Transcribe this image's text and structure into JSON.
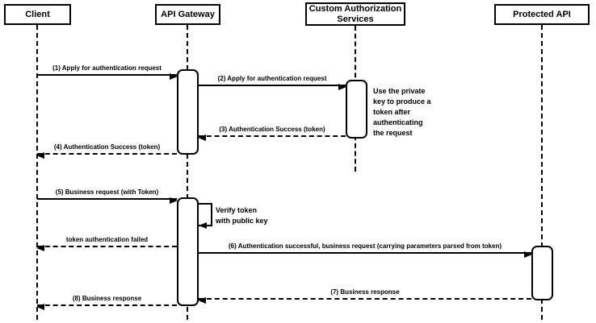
{
  "diagram": {
    "type": "sequence",
    "background_color": "#ffffff",
    "line_color": "#000000",
    "actors": [
      {
        "id": "client",
        "label": "Client"
      },
      {
        "id": "api-gateway",
        "label": "API Gateway"
      },
      {
        "id": "custom-authorization-services",
        "label": "Custom Authorization\nServices"
      },
      {
        "id": "protected-api",
        "label": "Protected API"
      }
    ],
    "messages": [
      {
        "label": "(1) Apply for authentication request",
        "from": "Client",
        "to": "API Gateway",
        "line": "solid",
        "direction": "right"
      },
      {
        "label": "(2) Apply for authentication request",
        "from": "API Gateway",
        "to": "Custom Authorization Services",
        "line": "solid",
        "direction": "right"
      },
      {
        "label": "(3) Authentication Success (token)",
        "from": "Custom Authorization Services",
        "to": "API Gateway",
        "line": "dashed",
        "direction": "left"
      },
      {
        "label": "(4) Authentication Success (token)",
        "from": "API Gateway",
        "to": "Client",
        "line": "dashed",
        "direction": "left"
      },
      {
        "label": "(5) Business request (with Token)",
        "from": "Client",
        "to": "API Gateway",
        "line": "solid",
        "direction": "right"
      },
      {
        "label": "token authentication failed",
        "from": "API Gateway",
        "to": "Client",
        "line": "dashed",
        "direction": "left"
      },
      {
        "label": "(6) Authentication successful, business request (carrying parameters parsed from token)",
        "from": "API Gateway",
        "to": "Protected API",
        "line": "solid",
        "direction": "right"
      },
      {
        "label": "(7) Business response",
        "from": "Protected API",
        "to": "API Gateway",
        "line": "dashed",
        "direction": "left"
      },
      {
        "label": "(8) Business response",
        "from": "API Gateway",
        "to": "Client",
        "line": "dashed",
        "direction": "left"
      }
    ],
    "self_message": {
      "label": "Verify token\nwith public key",
      "on": "API Gateway"
    },
    "note": {
      "label": "Use the private\nkey to produce a\ntoken after\nauthenticating\nthe request",
      "near": "Custom Authorization Services"
    }
  }
}
